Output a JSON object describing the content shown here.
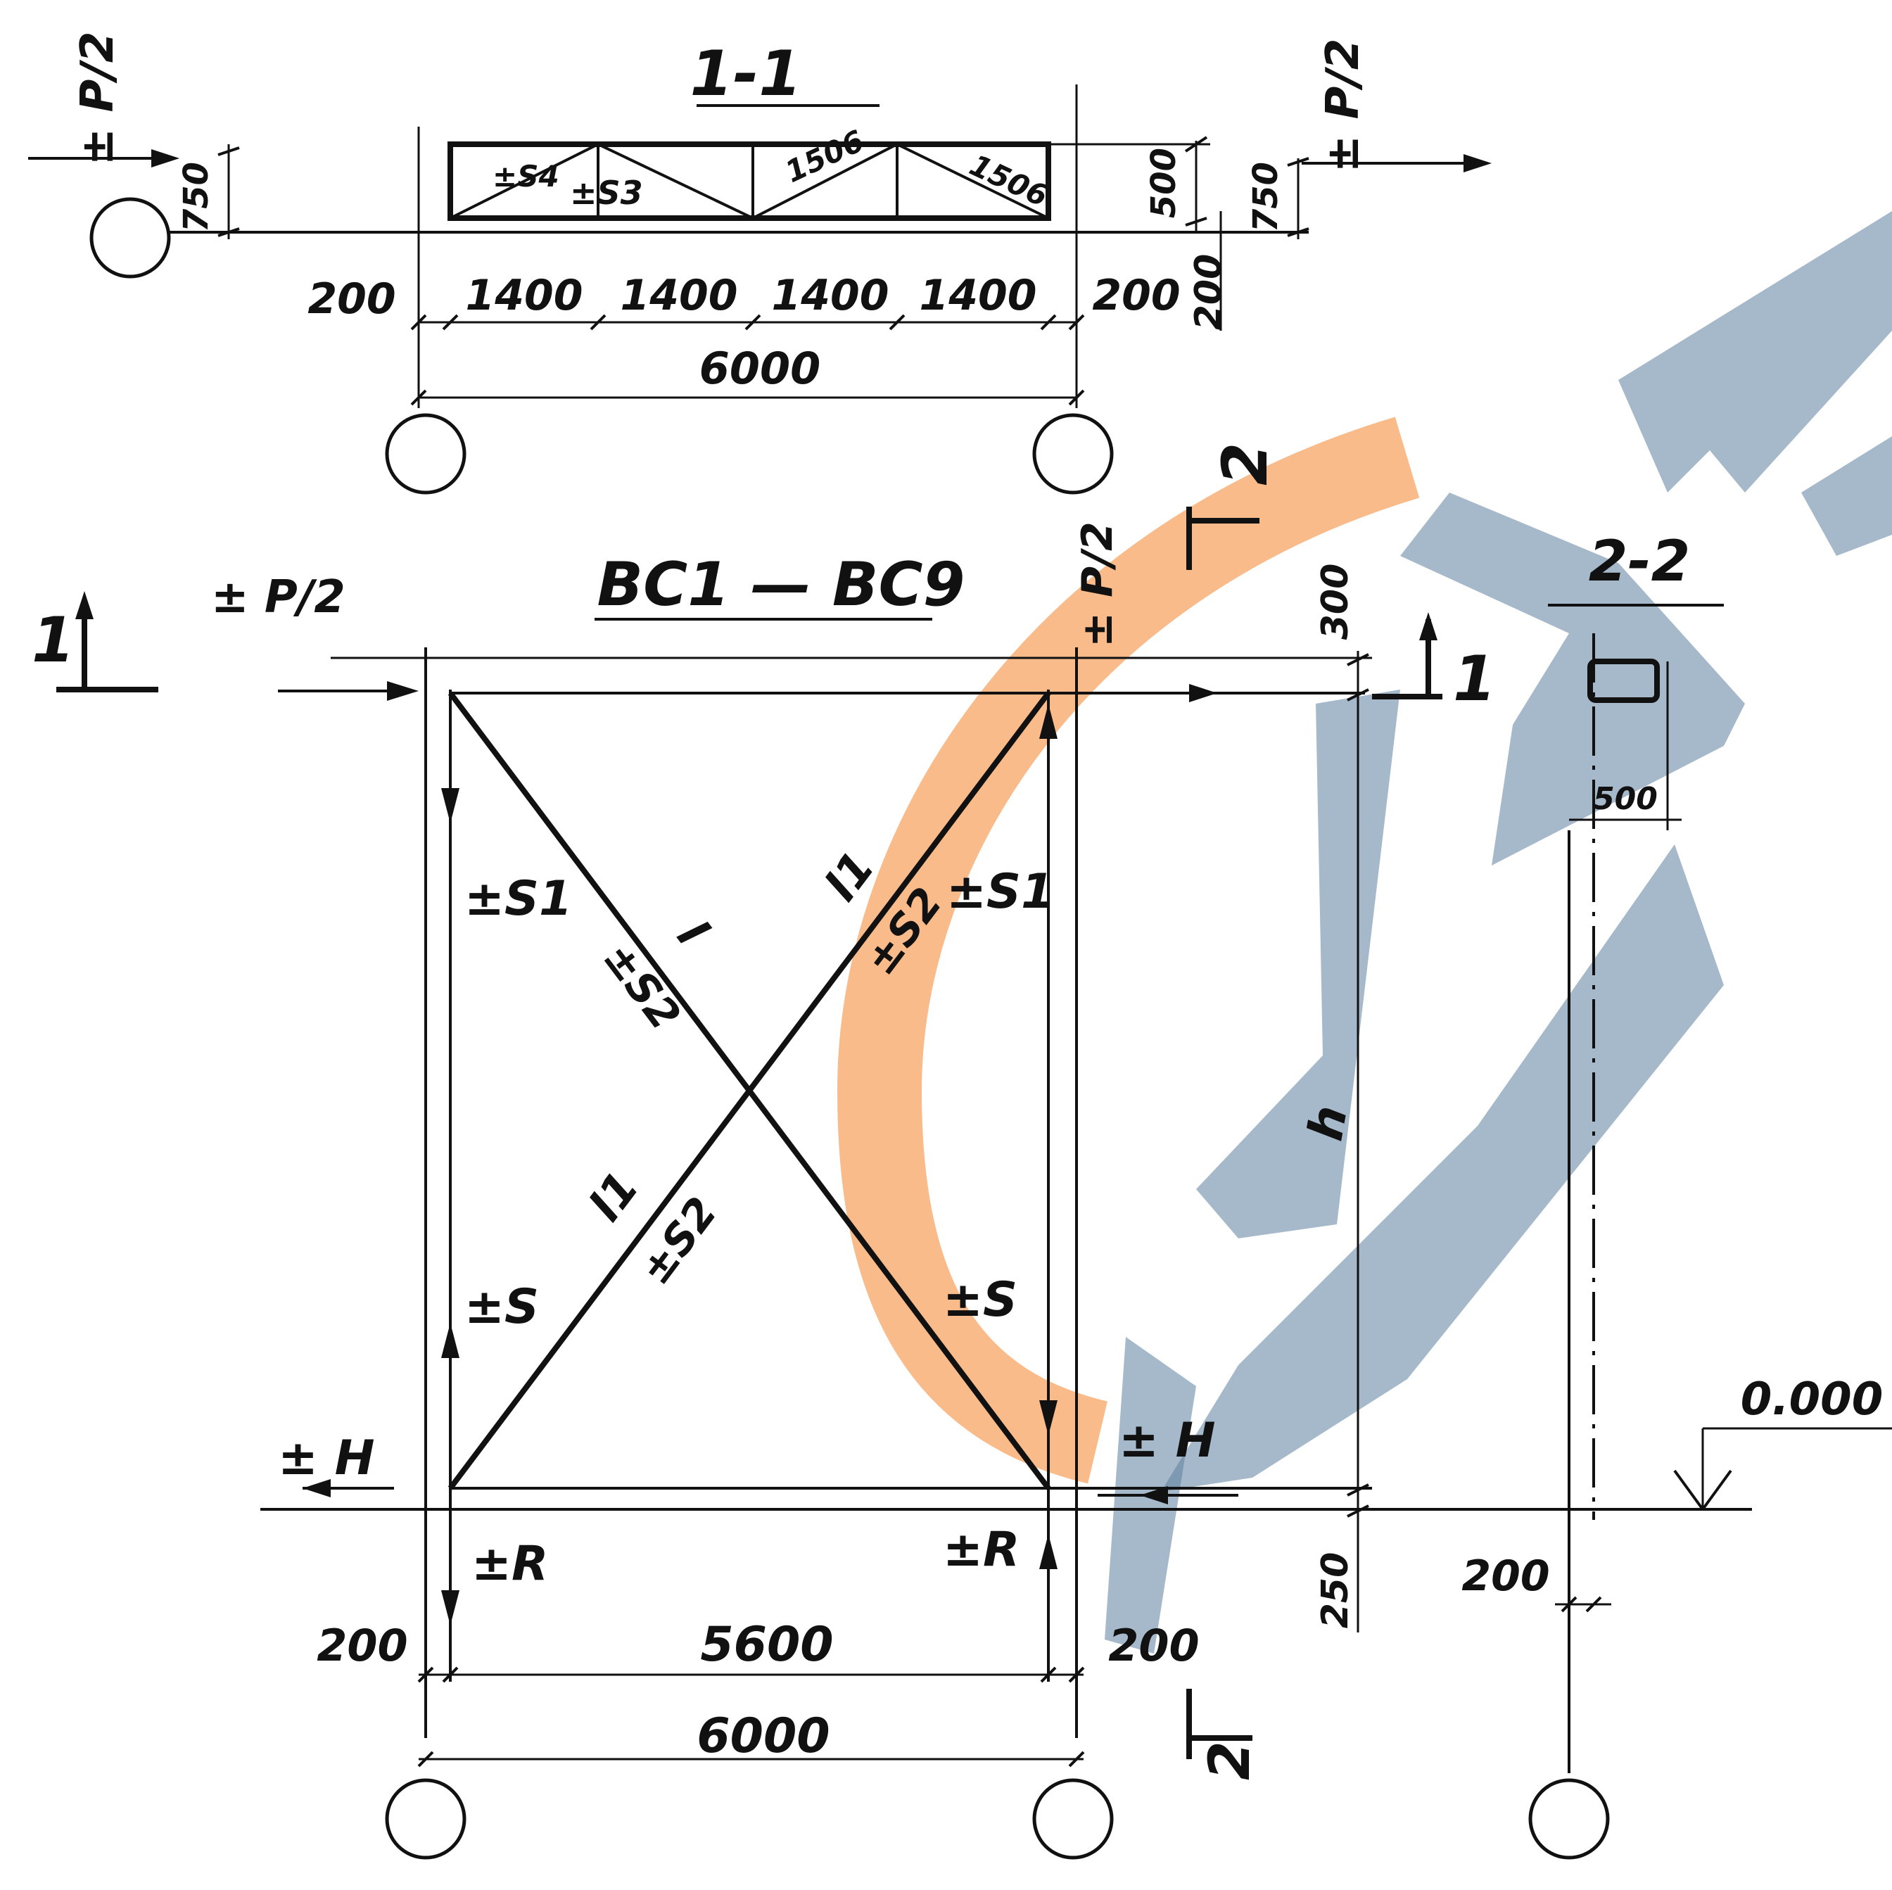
{
  "section_1_1": {
    "title": "1-1",
    "load": "± P/2",
    "height_dim": "500",
    "offset_dim": "750",
    "offset_dim_right": "750",
    "side_dim": "200",
    "member_labels": [
      "±S4",
      "±S3",
      "1506",
      "1506"
    ],
    "bottom_dims": [
      "200",
      "1400",
      "1400",
      "1400",
      "1400",
      "200"
    ],
    "total_dim": "6000"
  },
  "elevation": {
    "title": "ВС1 — ВС9",
    "section_mark_left": "1",
    "section_mark_right": "1",
    "section_mark_top": "2",
    "section_mark_bottom": "2",
    "load_left": "± P/2",
    "load_right": "± P/2",
    "column_force_top": "±S1",
    "column_force_bottom": "±S",
    "diag_force": "±S2",
    "diag_length_main": "l",
    "diag_length_part": "l1",
    "horizontal_reaction": "± H",
    "vertical_reaction": "±R",
    "height_label": "h",
    "top_dim": "300",
    "bottom_dim": "250",
    "side_dim": "200",
    "inner_span": "5600",
    "total_span": "6000"
  },
  "section_2_2": {
    "title": "2-2",
    "width_dim": "500",
    "level": "0.000",
    "offset_dim": "200"
  }
}
